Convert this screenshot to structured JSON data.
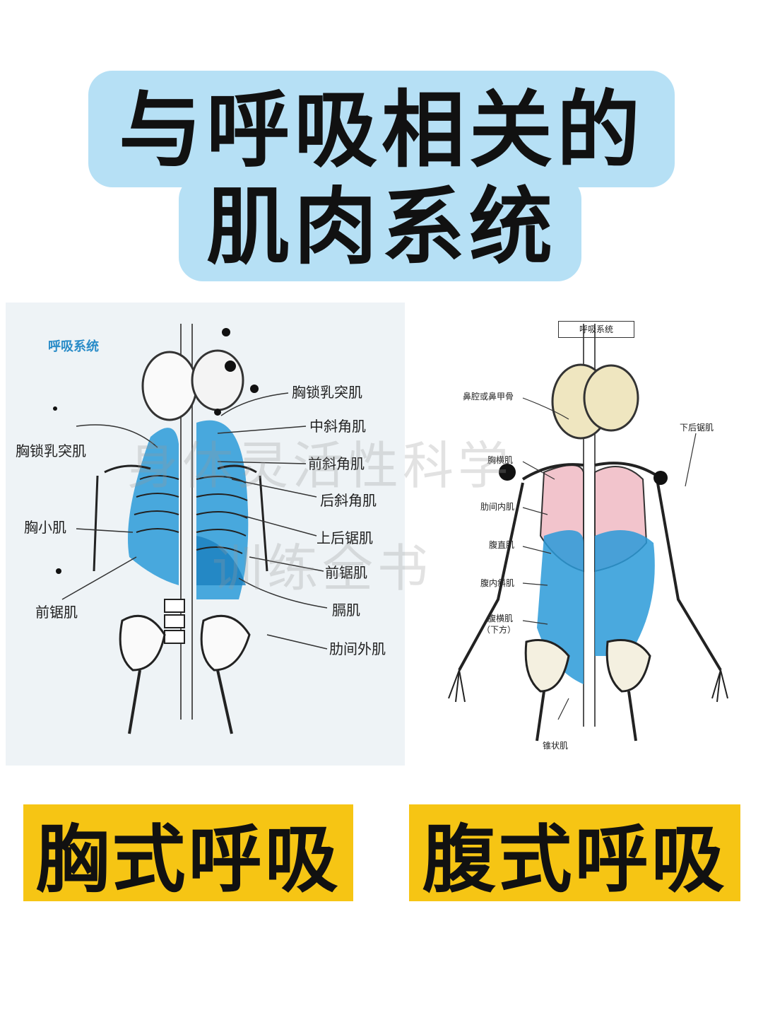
{
  "title": {
    "line1": "与呼吸相关的",
    "line2": "肌肉系统"
  },
  "left_figure": {
    "heading": "呼吸系统",
    "labels_left": [
      "胸锁乳突肌",
      "胸小肌",
      "前锯肌"
    ],
    "labels_right": [
      "胸锁乳突肌",
      "中斜角肌",
      "前斜角肌",
      "后斜角肌",
      "上后锯肌",
      "前锯肌",
      "膈肌",
      "肋间外肌"
    ]
  },
  "right_figure": {
    "heading": "呼吸系统",
    "labels_left": [
      "鼻腔或鼻甲骨",
      "胸横肌",
      "肋间内肌",
      "腹直肌",
      "腹内斜肌",
      "腹横肌",
      "（下方）"
    ],
    "labels_right": [
      "下后锯肌"
    ],
    "label_bottom": "锥状肌"
  },
  "watermark": {
    "line1": "身体灵活性科学",
    "line2": "训练全书"
  },
  "buttons": {
    "chest": "胸式呼吸",
    "abdominal": "腹式呼吸"
  },
  "colors": {
    "title_bg": "#b6e0f5",
    "button_bg": "#f6c514",
    "muscle_blue": "#2a9ad8"
  }
}
